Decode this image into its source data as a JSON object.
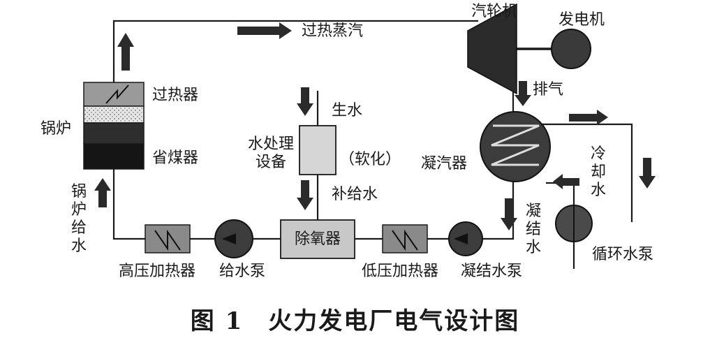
{
  "labels": {
    "superheated_steam": "过热蒸汽",
    "turbine": "汽轮机",
    "generator": "发电机",
    "exhaust": "排气",
    "boiler": "锅炉",
    "superheater": "过热器",
    "economizer": "省煤器",
    "raw_water": "生水",
    "water_treatment": "水处理设备",
    "softening": "（软化）",
    "makeup_water": "补给水",
    "condenser": "凝汽器",
    "cooling_water": "冷却水",
    "condensate": "凝结水",
    "circulating_pump": "循环水泵",
    "boiler_feedwater": "锅炉给水",
    "hp_heater": "高压加热器",
    "feed_pump": "给水泵",
    "deaerator": "除氧器",
    "lp_heater": "低压加热器",
    "condensate_pump": "凝结水泵"
  },
  "caption": "图 1　火力发电厂电气设计图",
  "colors": {
    "line": "#1a1a1a",
    "pump_fill": "#3c3c3c",
    "box_fill": "#c8c8c8",
    "boiler_dark": "#151515",
    "boiler_mid": "#2e2e2e",
    "superheater_fill": "#9a9a9a",
    "dotted_fill": "#e6e6e6"
  }
}
